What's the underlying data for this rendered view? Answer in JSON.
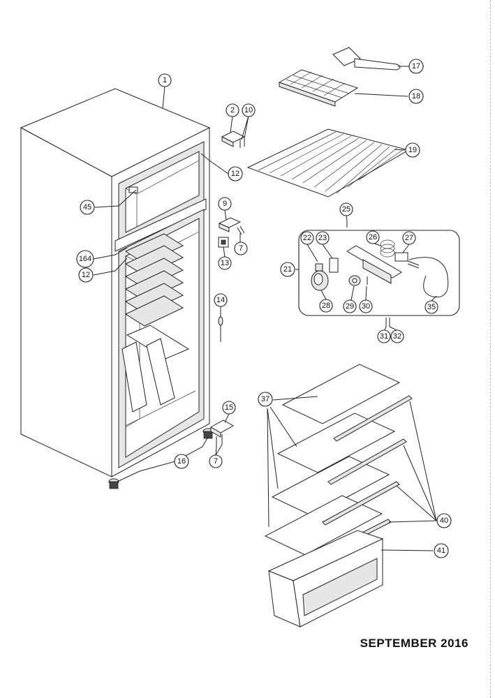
{
  "footer": {
    "date": "SEPTEMBER 2016"
  },
  "callouts": {
    "c1": "1",
    "c2": "2",
    "c7a": "7",
    "c7b": "7",
    "c9": "9",
    "c10": "10",
    "c12a": "12",
    "c12b": "12",
    "c13": "13",
    "c14": "14",
    "c15": "15",
    "c16": "16",
    "c17": "17",
    "c18": "18",
    "c19": "19",
    "c21": "21",
    "c22": "22",
    "c23": "23",
    "c25": "25",
    "c26": "26",
    "c27": "27",
    "c28": "28",
    "c29": "29",
    "c30": "30",
    "c31": "31",
    "c32": "32",
    "c35": "35",
    "c37": "37",
    "c40": "40",
    "c41": "41",
    "c45": "45",
    "c164": "164"
  }
}
